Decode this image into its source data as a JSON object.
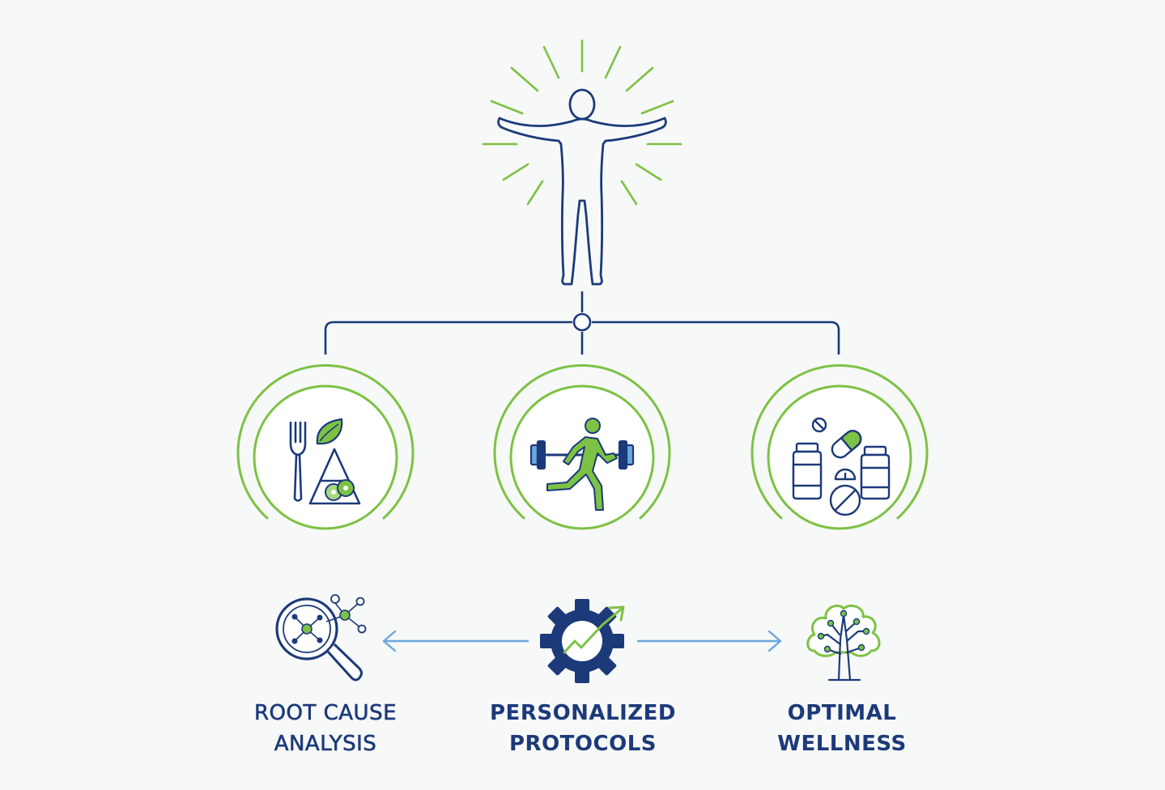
{
  "colors": {
    "navy": "#1c3a7a",
    "green": "#7dc243",
    "light_green": "#a9d67e",
    "blue_arrow": "#6aa8de",
    "background": "#f7f8f8"
  },
  "hierarchy": {
    "root": {
      "icon": "radiant-person-icon"
    },
    "pillars": [
      {
        "icon": "nutrition-icon"
      },
      {
        "icon": "exercise-icon"
      },
      {
        "icon": "supplements-icon"
      }
    ]
  },
  "process": {
    "steps": [
      {
        "icon": "magnifier-network-icon",
        "line1": "ROOT CAUSE",
        "line2": "ANALYSIS",
        "color": "#1c3a7a"
      },
      {
        "icon": "gear-growth-icon",
        "line1": "PERSONALIZED",
        "line2": "PROTOCOLS",
        "color": "#1c3a7a"
      },
      {
        "icon": "tree-icon",
        "line1": "OPTIMAL",
        "line2": "WELLNESS",
        "color": "#1c3a7a"
      }
    ]
  }
}
